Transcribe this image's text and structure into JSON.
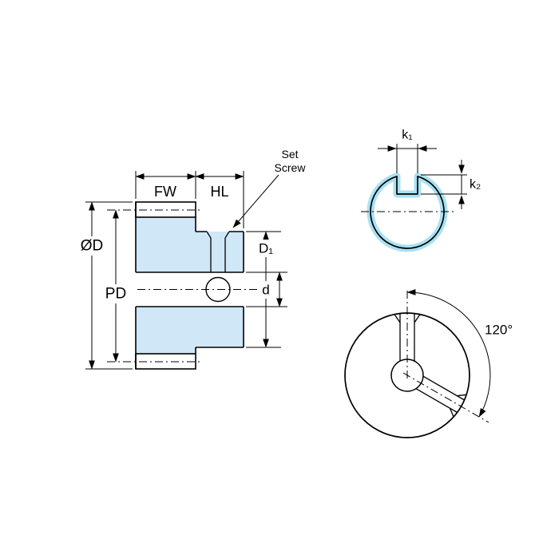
{
  "drawing": {
    "background": "#ffffff",
    "colors": {
      "body_fill": "#cfe7f7",
      "keyway_highlight": "#a9e1f2",
      "line": "#000000"
    },
    "section_view": {
      "face_width_label": "FW",
      "hub_length_label": "HL",
      "set_screw_label_line1": "Set",
      "set_screw_label_line2": "Screw",
      "outside_diameter_label": "ØD",
      "pitch_diameter_label": "PD",
      "hub_diameter_label": "D₁",
      "bore_diameter_label": "d"
    },
    "keyway_view": {
      "keyway_width_label": "k₁",
      "keyway_depth_label": "k₂"
    },
    "front_view": {
      "set_screw_angle_label": "120°"
    }
  }
}
